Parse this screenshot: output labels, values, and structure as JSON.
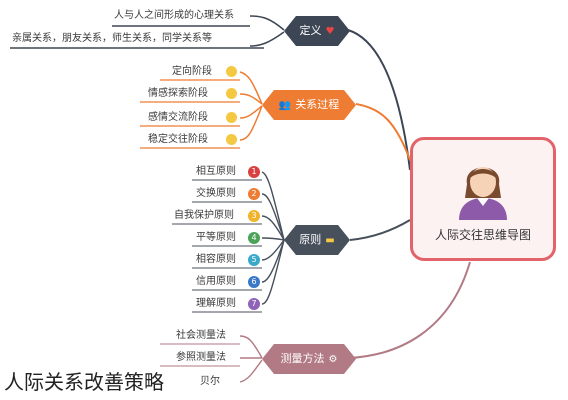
{
  "center": {
    "title": "人际交往思维导图"
  },
  "branches": {
    "definition": {
      "label": "定义",
      "color": "#3d4654",
      "items": [
        "人与人之间形成的心理关系",
        "亲属关系，朋友关系，师生关系，同学关系等"
      ]
    },
    "process": {
      "label": "关系过程",
      "color": "#ee7c33",
      "items": [
        "定向阶段",
        "情感探索阶段",
        "感情交流阶段",
        "稳定交往阶段"
      ]
    },
    "principles": {
      "label": "原则",
      "color": "#48505c",
      "items": [
        {
          "num": "1",
          "text": "相互原则",
          "color": "#d94040"
        },
        {
          "num": "2",
          "text": "交换原则",
          "color": "#ee7c33"
        },
        {
          "num": "3",
          "text": "自我保护原则",
          "color": "#f0b32a"
        },
        {
          "num": "4",
          "text": "平等原则",
          "color": "#4aa357"
        },
        {
          "num": "5",
          "text": "相容原则",
          "color": "#3aa9c9"
        },
        {
          "num": "6",
          "text": "信用原则",
          "color": "#3a78c9"
        },
        {
          "num": "7",
          "text": "理解原则",
          "color": "#8e63b8"
        }
      ]
    },
    "measurement": {
      "label": "测量方法",
      "color": "#b27a84",
      "items": [
        "社会测量法",
        "参照测量法",
        "贝尔"
      ]
    }
  },
  "caption": "人际关系改善策略"
}
